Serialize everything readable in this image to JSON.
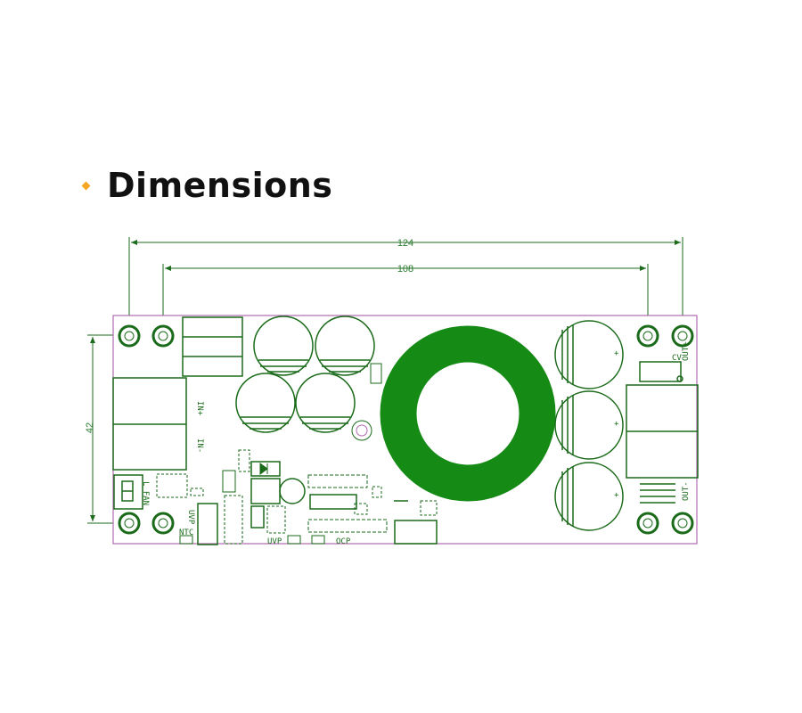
{
  "header": {
    "title": "Dimensions",
    "accent_color": "#f5a623"
  },
  "diagram": {
    "dimensions": {
      "overall_width": "124",
      "hole_spacing": "108",
      "height": "42"
    },
    "labels": {
      "in_plus": "IN+",
      "in_minus": "IN-",
      "fan": "L FAN",
      "uvp_pot": "UVP",
      "uvp": "UVP",
      "ocp": "OCP",
      "ntc": "NTC",
      "cv": "CV",
      "out_plus": "OUT+",
      "out_minus": "OUT-",
      "cap_plus": "+"
    },
    "colors": {
      "trace": "#1b6b1b",
      "toroid": "#158a15",
      "board_outline": "#b06ab0"
    }
  }
}
